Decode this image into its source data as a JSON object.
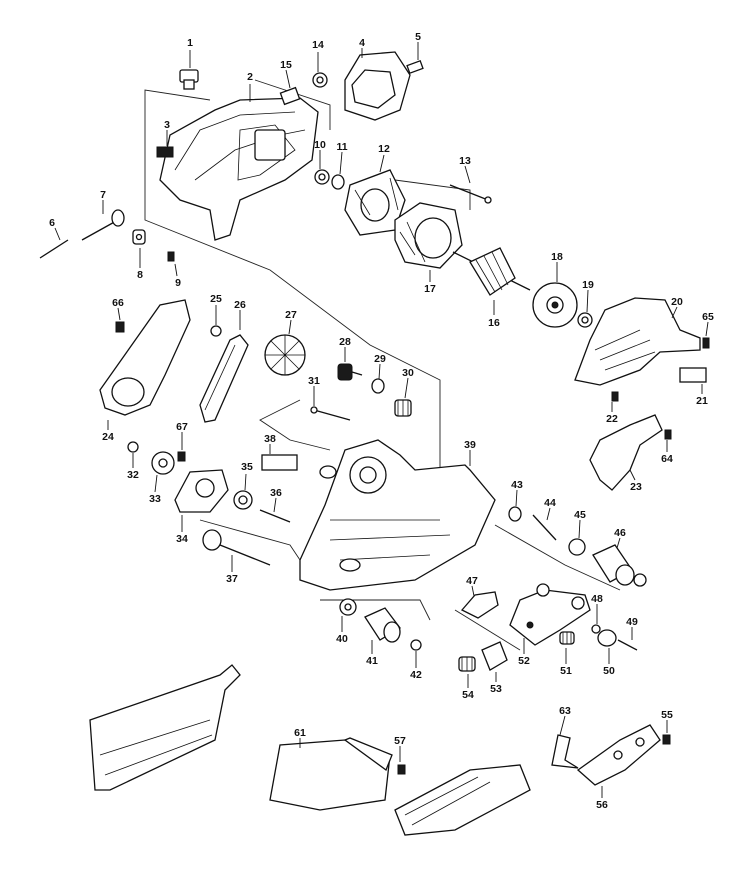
{
  "diagram": {
    "callouts": [
      "1",
      "2",
      "3",
      "4",
      "5",
      "6",
      "7",
      "8",
      "9",
      "10",
      "11",
      "12",
      "13",
      "14",
      "15",
      "16",
      "17",
      "18",
      "19",
      "20",
      "21",
      "22",
      "23",
      "24",
      "25",
      "26",
      "27",
      "28",
      "29",
      "30",
      "31",
      "32",
      "33",
      "34",
      "35",
      "36",
      "37",
      "38",
      "39",
      "40",
      "41",
      "42",
      "43",
      "44",
      "45",
      "46",
      "47",
      "48",
      "49",
      "50",
      "51",
      "52",
      "53",
      "54",
      "55",
      "56",
      "57",
      "61",
      "63",
      "64",
      "65",
      "66",
      "67"
    ]
  }
}
